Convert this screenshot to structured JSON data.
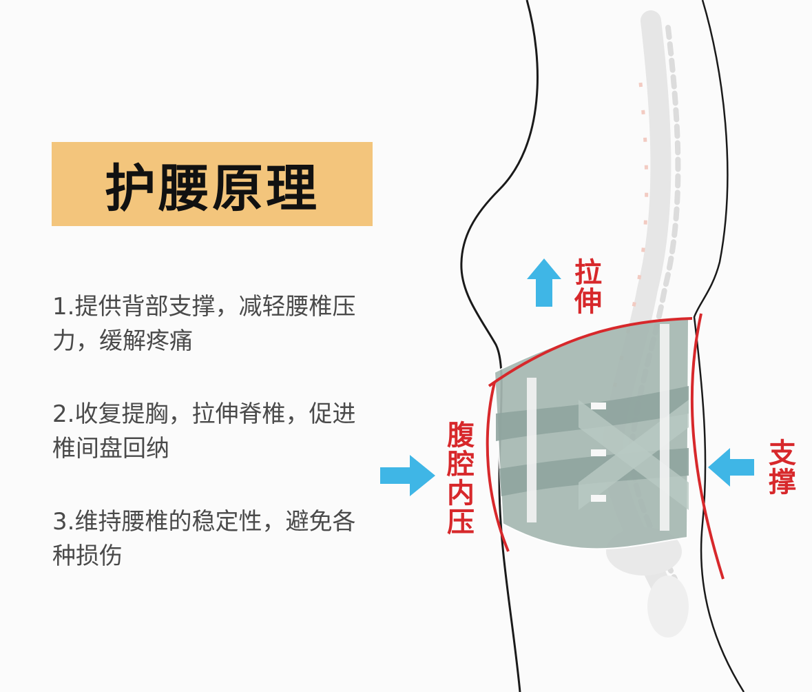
{
  "title": "护腰原理",
  "points": [
    "1.提供背部支撑，减轻腰椎压力，缓解疼痛",
    "2.收复提胸，拉伸脊椎，促进椎间盘回纳",
    "3.维持腰椎的稳定性，避免各种损伤"
  ],
  "labels": {
    "stretch": "拉伸",
    "abdominal_pressure": "腹腔内压",
    "support": "支撑"
  },
  "colors": {
    "title_bg": "#f3c57c",
    "label_red": "#d7282b",
    "arrow_blue": "#3fb6e6",
    "belt_gray": "#9fb3ad"
  },
  "icons": [
    "arrow-up-icon",
    "arrow-right-icon",
    "arrow-left-icon",
    "spine-illustration",
    "waist-belt-illustration"
  ]
}
